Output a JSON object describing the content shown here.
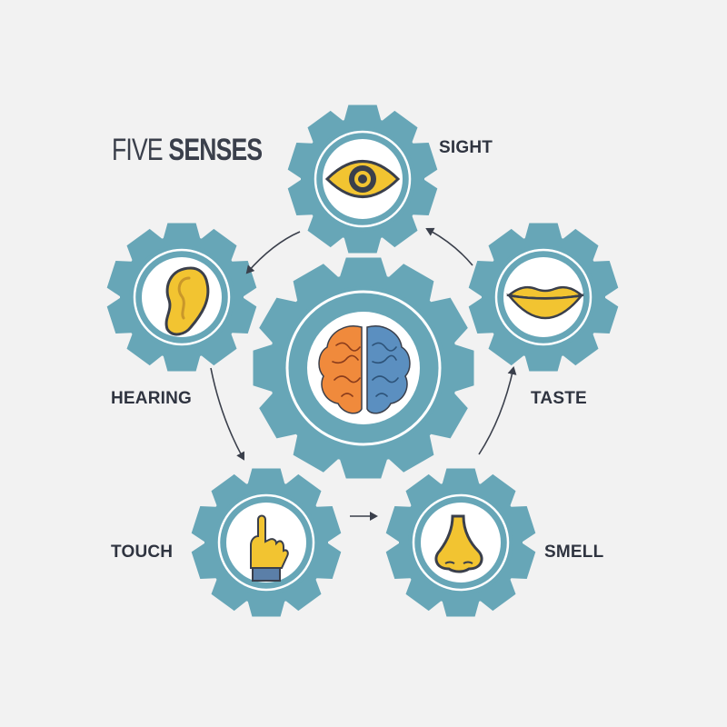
{
  "title": {
    "part1": "FIVE ",
    "part2": "SENSES"
  },
  "senses": [
    {
      "label": "SIGHT",
      "icon": "eye-icon"
    },
    {
      "label": "HEARING",
      "icon": "ear-icon"
    },
    {
      "label": "TASTE",
      "icon": "lips-icon"
    },
    {
      "label": "TOUCH",
      "icon": "hand-icon"
    },
    {
      "label": "SMELL",
      "icon": "nose-icon"
    }
  ],
  "center": {
    "icon": "brain-icon"
  },
  "colors": {
    "gear": "#67a6b7",
    "ring": "#ffffff",
    "accent": "#f2c431",
    "outline": "#3a3f4b",
    "brain_left": "#f08a3c",
    "brain_right": "#5b8fc0",
    "background": "#f2f2f2"
  }
}
